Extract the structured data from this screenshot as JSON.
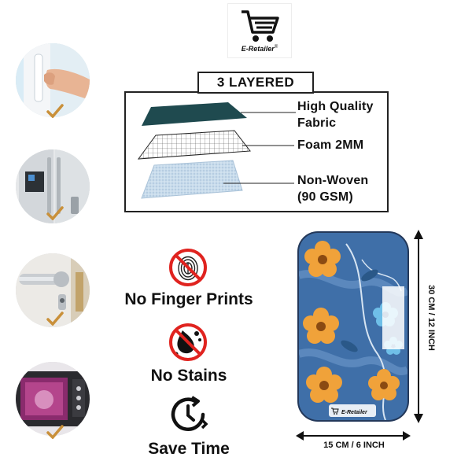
{
  "brand": {
    "logo_text": "E-Retailer",
    "registered_mark": "®",
    "tag_text": "E-Retailer"
  },
  "layers": {
    "title": "3 LAYERED",
    "items": [
      {
        "label_line1": "High Quality",
        "label_line2": "Fabric",
        "color": "#1f4a4f"
      },
      {
        "label_line1": "Foam 2MM",
        "label_line2": "",
        "color": "#ffffff"
      },
      {
        "label_line1": "Non-Woven",
        "label_line2": "(90 GSM)",
        "color": "#c9dcec"
      }
    ]
  },
  "uses": [
    {
      "icon": "fridge-door-handle-icon"
    },
    {
      "icon": "refrigerator-handle-icon"
    },
    {
      "icon": "door-handle-icon"
    },
    {
      "icon": "microwave-oven-icon"
    }
  ],
  "features": [
    {
      "label": "No Finger Prints",
      "icon": "no-fingerprint-icon"
    },
    {
      "label": "No Stains",
      "icon": "no-stains-icon"
    },
    {
      "label": "Save Time",
      "icon": "save-time-clock-icon"
    }
  ],
  "product": {
    "width_label": "15 CM / 6 INCH",
    "height_label": "30 CM / 12 INCH",
    "pattern_colors": {
      "background": "#3f6fa8",
      "flower": "#f0a23a",
      "flower_center": "#8a4a12",
      "accent_flower": "#6fbfe8",
      "vine": "#d6e4f2"
    }
  },
  "colors": {
    "check": "#c9903a",
    "prohibit": "#e0231f",
    "text": "#111111"
  }
}
